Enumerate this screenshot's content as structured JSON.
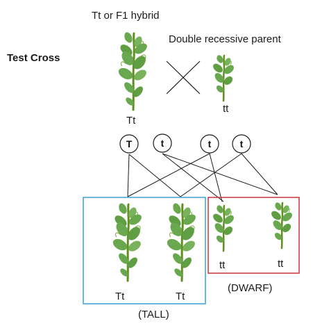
{
  "labels": {
    "title": "Test Cross",
    "hybrid_caption": "Tt or F1 hybrid",
    "recessive_caption": "Double recessive parent",
    "hybrid_genotype": "Tt",
    "recessive_genotype": "tt",
    "tall_label": "(TALL)",
    "dwarf_label": "(DWARF)"
  },
  "gametes": [
    "T",
    "t",
    "t",
    "t"
  ],
  "offspring_tall": [
    "Tt",
    "Tt"
  ],
  "offspring_dwarf": [
    "tt",
    "tt"
  ],
  "colors": {
    "tall_box": "#3a9fd8",
    "dwarf_box": "#c8323c",
    "leaf": "#6aa84f",
    "stem": "#5e8f1f"
  }
}
